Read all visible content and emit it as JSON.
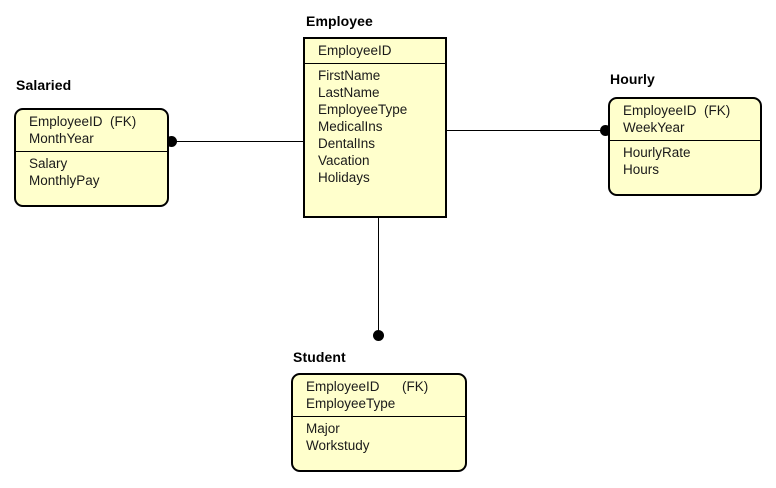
{
  "diagram": {
    "type": "entity-relationship-diagram",
    "background_color": "#ffffff",
    "entity_fill_color": "#ffffcc",
    "entity_border_color": "#000000",
    "connector_color": "#000000"
  },
  "entities": [
    {
      "id": "salaried",
      "title": "Salaried",
      "corner_style": "rounded",
      "key_attributes": [
        "EmployeeID  (FK)",
        "MonthYear"
      ],
      "attributes": [
        "Salary",
        "MonthlyPay"
      ]
    },
    {
      "id": "employee",
      "title": "Employee",
      "corner_style": "sharp",
      "key_attributes": [
        "EmployeeID"
      ],
      "attributes": [
        "FirstName",
        "LastName",
        "EmployeeType",
        "MedicalIns",
        "DentalIns",
        "Vacation",
        "Holidays"
      ]
    },
    {
      "id": "hourly",
      "title": "Hourly",
      "corner_style": "rounded",
      "key_attributes": [
        "EmployeeID  (FK)",
        "WeekYear"
      ],
      "attributes": [
        "HourlyRate",
        "Hours"
      ]
    },
    {
      "id": "student",
      "title": "Student",
      "corner_style": "rounded",
      "key_attributes": [
        "EmployeeID      (FK)",
        "EmployeeType"
      ],
      "attributes": [
        "Major",
        "Workstudy"
      ]
    }
  ],
  "relationships": [
    {
      "id": "salaried-employee",
      "from": "employee",
      "to": "salaried",
      "orientation": "horizontal",
      "marker_at": "salaried"
    },
    {
      "id": "employee-hourly",
      "from": "employee",
      "to": "hourly",
      "orientation": "horizontal",
      "marker_at": "hourly"
    },
    {
      "id": "employee-student",
      "from": "employee",
      "to": "student",
      "orientation": "vertical",
      "marker_at": "student"
    }
  ]
}
